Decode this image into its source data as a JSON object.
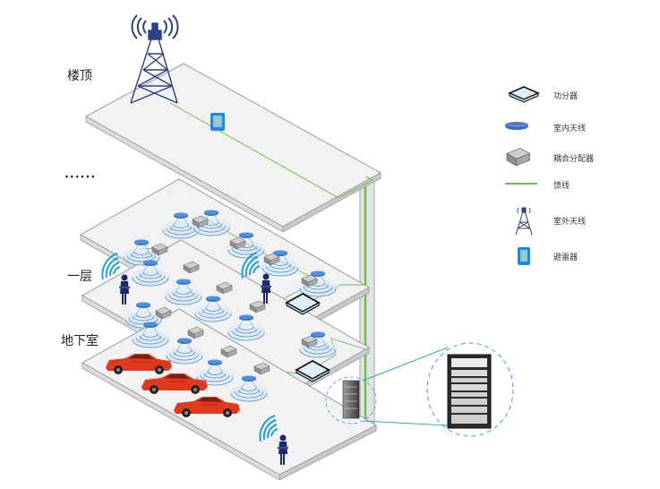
{
  "diagram": {
    "title": "Indoor distributed antenna system diagram",
    "floors": [
      {
        "id": "roof",
        "label": "楼顶"
      },
      {
        "id": "ellipsis",
        "label": "······"
      },
      {
        "id": "floor-1",
        "label": "一层"
      },
      {
        "id": "basement",
        "label": "地下室"
      }
    ],
    "legend": [
      {
        "icon": "power-splitter-icon",
        "label": "功分器"
      },
      {
        "icon": "indoor-antenna-icon",
        "label": "室内天线"
      },
      {
        "icon": "coupler-icon",
        "label": "耦合分配器"
      },
      {
        "icon": "feeder-line-icon",
        "label": "馈线"
      },
      {
        "icon": "outdoor-antenna-icon",
        "label": "室外天线"
      },
      {
        "icon": "lightning-arrester-icon",
        "label": "避雷器"
      }
    ],
    "colors": {
      "floor_fill": "#f2f2f2",
      "floor_edge": "#9a9a9a",
      "feeder": "#6cc04a",
      "antenna_blue": "#2a6fc9",
      "signal_blue": "#1aa0e6",
      "tower_navy": "#2a3f8a",
      "car_red": "#e0391c",
      "callout_cyan": "#29a9d6"
    }
  }
}
